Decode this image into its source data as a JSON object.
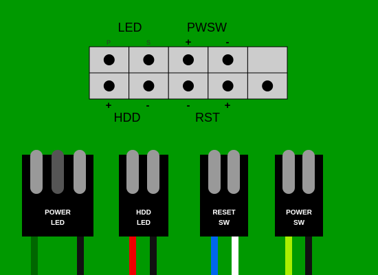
{
  "header": {
    "top_labels": [
      "LED",
      "PWSW"
    ],
    "bottom_labels": [
      "HDD",
      "RST"
    ],
    "top_pin_marks": [
      "P",
      "S",
      "+",
      "-"
    ],
    "bottom_pin_marks": [
      "+",
      "-",
      "-",
      "+"
    ],
    "top_row_pins": [
      true,
      true,
      true,
      true,
      false
    ],
    "bottom_row_pins": [
      true,
      true,
      true,
      true,
      true
    ],
    "colors": {
      "block": "#cccccc",
      "pin": "#000000",
      "board": "#009900"
    }
  },
  "connectors": [
    {
      "label_line1": "POWER",
      "label_line2": "LED",
      "slots": 3,
      "active_slots": [
        true,
        false,
        true
      ],
      "wires": [
        "#006600",
        null,
        "#111111"
      ]
    },
    {
      "label_line1": "HDD",
      "label_line2": "LED",
      "slots": 2,
      "active_slots": [
        true,
        true
      ],
      "wires": [
        "#ee0000",
        "#111111"
      ]
    },
    {
      "label_line1": "RESET",
      "label_line2": "SW",
      "slots": 2,
      "active_slots": [
        true,
        true
      ],
      "wires": [
        "#0066ee",
        "#ffffff"
      ]
    },
    {
      "label_line1": "POWER",
      "label_line2": "SW",
      "slots": 2,
      "active_slots": [
        true,
        true
      ],
      "wires": [
        "#aaee00",
        "#111111"
      ]
    }
  ]
}
